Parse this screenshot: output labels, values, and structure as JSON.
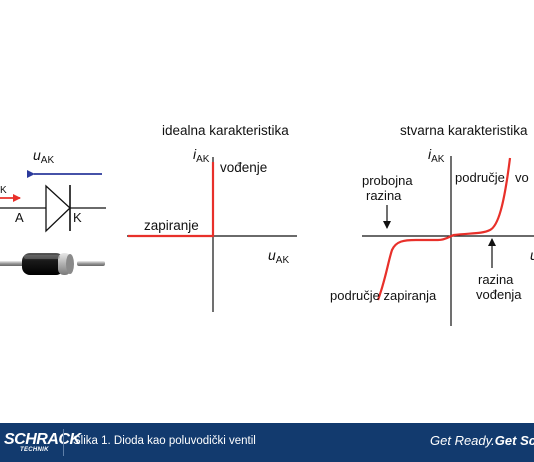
{
  "diode_symbol": {
    "voltage_label": "u",
    "voltage_sub": "AK",
    "current_label_fragment": "K",
    "anode_label": "A",
    "cathode_label": "K"
  },
  "ideal_chart": {
    "title": "idealna karakteristika",
    "y_axis_label": "i",
    "y_axis_sub": "AK",
    "x_axis_label": "u",
    "x_axis_sub": "AK",
    "conduction_label": "vođenje",
    "blocking_label": "zapiranje"
  },
  "real_chart": {
    "title": "stvarna karakteristika",
    "y_axis_label": "i",
    "y_axis_sub": "AK",
    "x_axis_label_fragment": "u",
    "breakdown_label_line1": "probojna",
    "breakdown_label_line2": "razina",
    "conduction_region_line1": "područje",
    "conduction_region_line2_fragment": "vo",
    "threshold_label_line1": "razina",
    "threshold_label_line2": "vođenja",
    "blocking_region": "područje zapiranja"
  },
  "footer": {
    "logo_text": "SCHRACK",
    "logo_subtext": "TECHNIK",
    "caption": "Slika 1. Dioda kao poluvodički ventil",
    "slogan_part1": "Get Ready.",
    "slogan_part2": "Get Schr"
  },
  "colors": {
    "curve": "#e8302a",
    "voltage_arrow": "#2b3a9c",
    "footer_bg": "#123a6e"
  }
}
